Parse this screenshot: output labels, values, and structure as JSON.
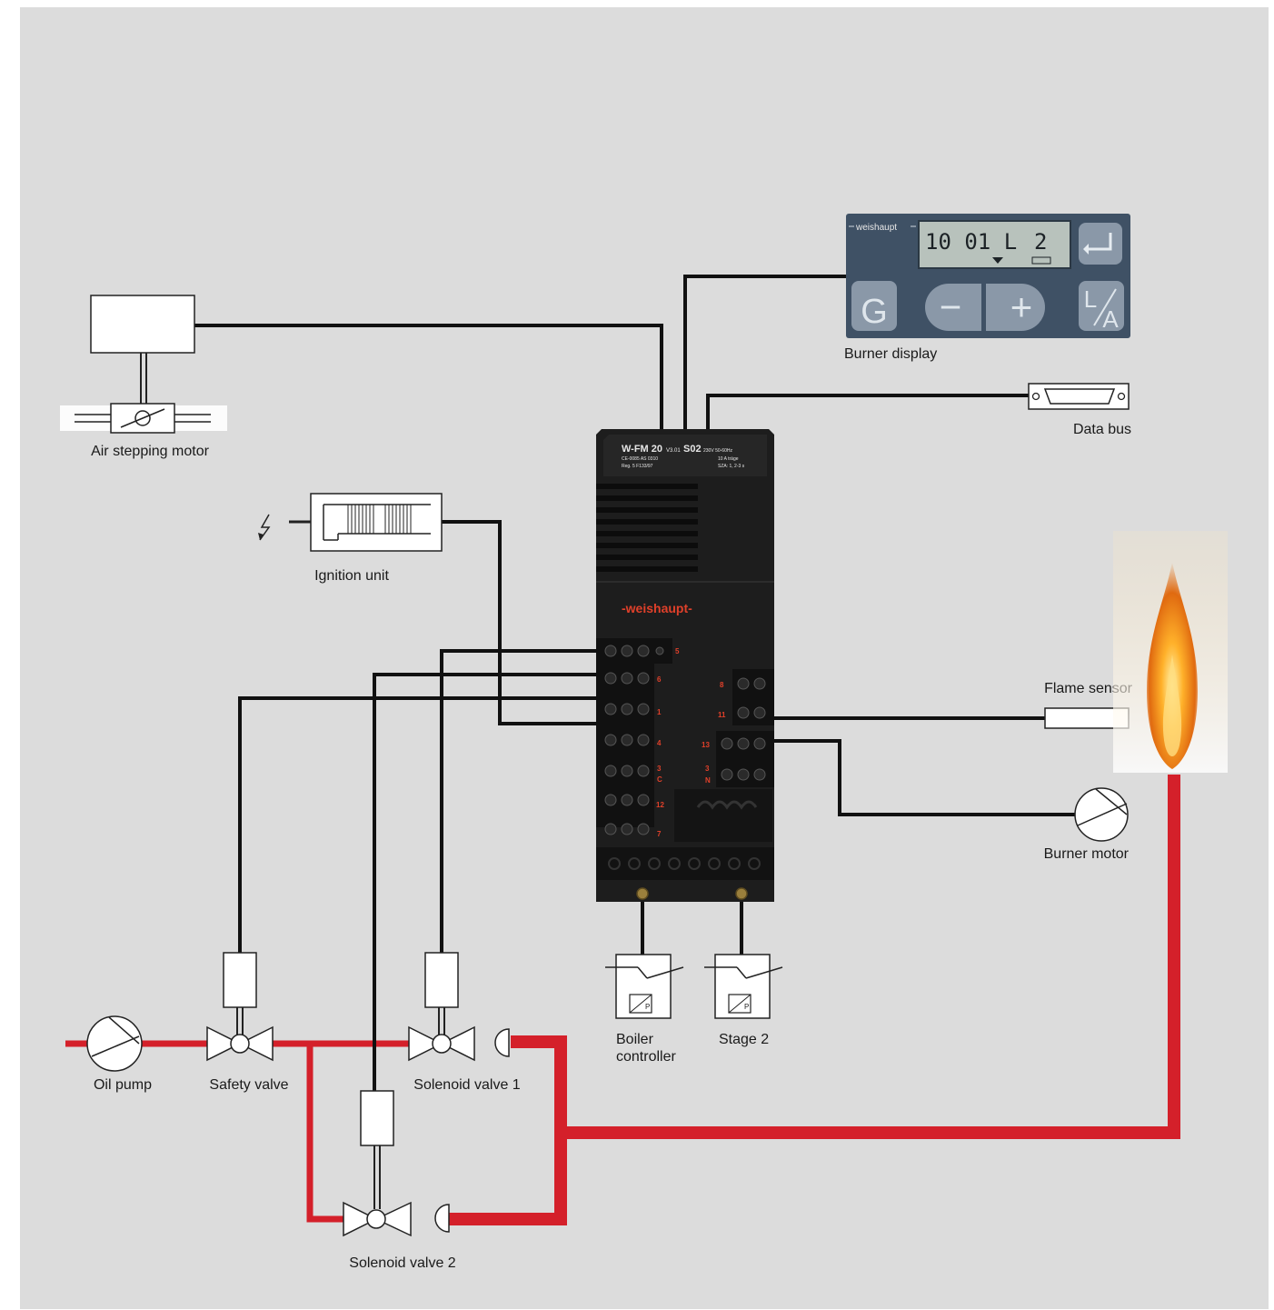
{
  "labels": {
    "air_stepping_motor": "Air stepping motor",
    "ignition_unit": "Ignition unit",
    "burner_display": "Burner display",
    "data_bus": "Data bus",
    "flame_sensor": "Flame sensor",
    "burner_motor": "Burner motor",
    "oil_pump": "Oil pump",
    "safety_valve": "Safety valve",
    "solenoid_valve_1": "Solenoid valve 1",
    "solenoid_valve_2": "Solenoid valve 2",
    "boiler_controller_line1": "Boiler",
    "boiler_controller_line2": "controller",
    "stage_2": "Stage 2"
  },
  "display": {
    "brand": "weishaupt",
    "lcd_text_left": "10 01 L",
    "lcd_text_right": "2",
    "btn_g": "G",
    "btn_minus": "−",
    "btn_plus": "+",
    "btn_la_l": "L",
    "btn_la_a": "A"
  },
  "unit": {
    "model": "W-FM 20",
    "version": "V3.01",
    "code": "S02",
    "spec_1": "230V 50-60Hz",
    "spec_2": "10 A träge",
    "spec_3": "SZA: 1, 2-3 s",
    "cert_1": "CE-0085 AS 0310",
    "cert_2": "Reg. 5 F133/97",
    "brand": "-weishaupt-",
    "term_5": "5",
    "term_6": "6",
    "term_1": "1",
    "term_4": "4",
    "term_3": "3",
    "term_c": "C",
    "term_12": "12",
    "term_7": "7",
    "term_r8": "8",
    "term_r11": "11",
    "term_r13": "13",
    "term_r3": "3",
    "term_rn": "N"
  },
  "colors": {
    "background": "#dcdcdc",
    "oil_line": "#d4202a",
    "wire": "#111111",
    "unit_body": "#1d1d1d",
    "display_panel": "#3f5165"
  }
}
